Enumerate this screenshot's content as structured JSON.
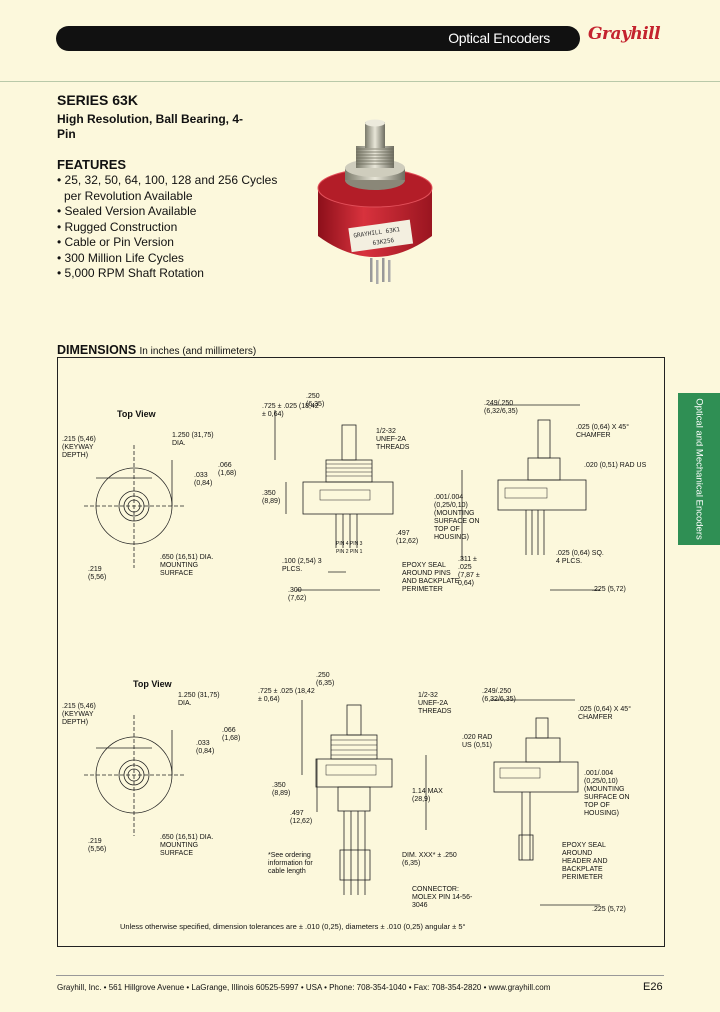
{
  "header": {
    "title": "Optical Encoders",
    "brand": "Grayhill"
  },
  "series": {
    "title": "SERIES 63K",
    "subtitle": "High Resolution, Ball Bearing, 4-Pin"
  },
  "features": {
    "heading": "FEATURES",
    "items": [
      "• 25, 32, 50, 64, 100, 128 and 256 Cycles per Revolution Available",
      "• Sealed Version Available",
      "• Rugged Construction",
      "• Cable or Pin Version",
      "• 300 Million Life Cycles",
      "• 5,000 RPM Shaft Rotation"
    ]
  },
  "photo": {
    "label1": "GRAYHILL  63K1",
    "label2": "63K256"
  },
  "dimensions": {
    "heading": "DIMENSIONS",
    "units_note": "In inches (and millimeters)",
    "section_tab": "Optical and Mechanical Encoders",
    "upper": {
      "top_view": "Top View",
      "keyway": ".215 (5,46) (KEYWAY DEPTH)",
      "dia": "1.250 (31,75) DIA.",
      "d033": ".033 (0,84)",
      "d066": ".066 (1,68)",
      "mount": ".650 (16,51) DIA. MOUNTING SURFACE",
      "d219": ".219 (5,56)",
      "shaft_len": ".725 ± .025 (18,42 ± 0,64)",
      "d250": ".250 (6,35)",
      "thread": "1/2-32 UNEF-2A THREADS",
      "d350": ".350 (8,89)",
      "d497": ".497 (12,62)",
      "d100": ".100 (2,54) 3 PLCS.",
      "d300": ".300 (7,62)",
      "epoxy": "EPOXY SEAL AROUND PINS AND BACKPLATE PERIMETER",
      "d249": ".249/.250 (6,32/6,35)",
      "chamfer": ".025 (0,64) X 45° CHAMFER",
      "rad": ".020 (0,51) RAD US",
      "d001": ".001/.004 (0,25/0,10) (MOUNTING SURFACE ON TOP OF HOUSING)",
      "d311": ".311 ± .025 (7,87 ± 0,64)",
      "sq": ".025 (0,64) SQ. 4 PLCS.",
      "d225": ".225 (5,72)",
      "pins": "PIN 4  PIN 3  PIN 2  PIN 1"
    },
    "lower": {
      "top_view": "Top View",
      "keyway": ".215 (5,46) (KEYWAY DEPTH)",
      "dia": "1.250 (31,75) DIA.",
      "d033": ".033 (0,84)",
      "d066": ".066 (1,68)",
      "mount": ".650 (16,51) DIA. MOUNTING SURFACE",
      "d219": ".219 (5,56)",
      "shaft_len": ".725 ± .025 (18,42 ± 0,64)",
      "d250": ".250 (6,35)",
      "thread": "1/2-32 UNEF-2A THREADS",
      "d350": ".350 (8,89)",
      "d497": ".497 (12,62)",
      "max": "1.14 MAX (28,9)",
      "d249": ".249/.250 (6,32/6,35)",
      "chamfer": ".025 (0,64) X 45° CHAMFER",
      "rad": ".020 RAD US (0,51)",
      "d001": ".001/.004 (0,25/0,10) (MOUNTING SURFACE ON TOP OF HOUSING)",
      "epoxy": "EPOXY SEAL AROUND HEADER AND BACKPLATE PERIMETER",
      "note": "*See ordering information for cable length",
      "dim": "DIM. XXX* ± .250 (6,35)",
      "conn": "CONNECTOR: MOLEX PIN 14-56-3046",
      "d225": ".225 (5,72)"
    },
    "footnote": "Unless otherwise specified, dimension tolerances are ± .010 (0,25), diameters ± .010 (0,25) angular ± 5°"
  },
  "footer": {
    "text": "Grayhill, Inc. • 561 Hillgrove Avenue • LaGrange, Illinois  60525-5997 • USA • Phone: 708-354-1040 • Fax: 708-354-2820 • www.grayhill.com",
    "page": "E26"
  },
  "colors": {
    "background": "#fcf8dc",
    "accent_green": "#2f8f54",
    "brand_red": "#c4232e",
    "header_bar": "#111111"
  }
}
